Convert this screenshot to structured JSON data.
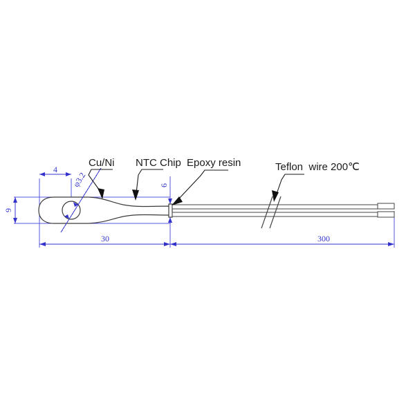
{
  "drawing": {
    "title": "NTC ring terminal temperature sensor outline drawing",
    "background_color": "#ffffff",
    "dimension_color": "#3333cc",
    "outline_color": "#3a3a3a",
    "label_color": "#1a1a1a"
  },
  "labels": {
    "cu_ni": "Cu/Ni",
    "ntc_chip": "NTC Chip",
    "epoxy_resin": "Epoxy resin",
    "teflon_wire": "Teflon  wire 200℃"
  },
  "dimensions": {
    "ring_width": "4",
    "hole_diameter": "φ3.2",
    "ring_height": "9",
    "body_thickness": "6",
    "body_length": "30",
    "wire_length": "300"
  },
  "components": [
    {
      "name": "ring-terminal",
      "material": "Cu/Ni"
    },
    {
      "name": "ntc-chip-body",
      "material": "NTC Chip"
    },
    {
      "name": "epoxy-seal",
      "material": "Epoxy resin"
    },
    {
      "name": "lead-wires",
      "material": "Teflon  wire 200℃"
    }
  ]
}
